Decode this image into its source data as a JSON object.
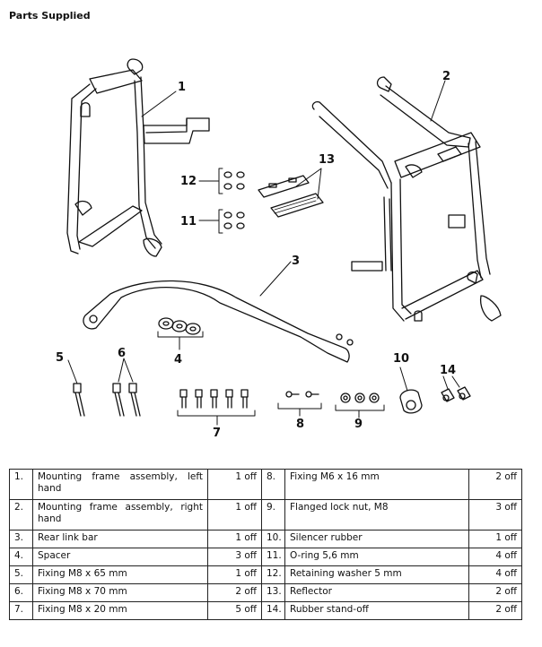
{
  "page_title": "Parts Supplied",
  "callouts": [
    "1",
    "2",
    "3",
    "4",
    "5",
    "6",
    "7",
    "8",
    "9",
    "10",
    "11",
    "12",
    "13",
    "14"
  ],
  "parts": [
    {
      "num": "1.",
      "desc": "Mounting frame assembly, left hand",
      "qty": "1 off",
      "num2": "8.",
      "desc2": "Fixing M6 x 16 mm",
      "qty2": "2 off"
    },
    {
      "num": "2.",
      "desc": "Mounting frame assembly, right hand",
      "qty": "1 off",
      "num2": "9.",
      "desc2": "Flanged lock nut, M8",
      "qty2": "3 off"
    },
    {
      "num": "3.",
      "desc": "Rear link bar",
      "qty": "1 off",
      "num2": "10.",
      "desc2": "Silencer rubber",
      "qty2": "1 off"
    },
    {
      "num": "4.",
      "desc": "Spacer",
      "qty": "3 off",
      "num2": "11.",
      "desc2": "O-ring 5,6 mm",
      "qty2": "4 off"
    },
    {
      "num": "5.",
      "desc": "Fixing M8 x 65 mm",
      "qty": "1 off",
      "num2": "12.",
      "desc2": "Retaining washer 5 mm",
      "qty2": "4 off"
    },
    {
      "num": "6.",
      "desc": "Fixing M8 x 70 mm",
      "qty": "2 off",
      "num2": "13.",
      "desc2": "Reflector",
      "qty2": "2 off"
    },
    {
      "num": "7.",
      "desc": "Fixing M8 x 20 mm",
      "qty": "5 off",
      "num2": "14.",
      "desc2": "Rubber stand-off",
      "qty2": "2 off"
    }
  ]
}
